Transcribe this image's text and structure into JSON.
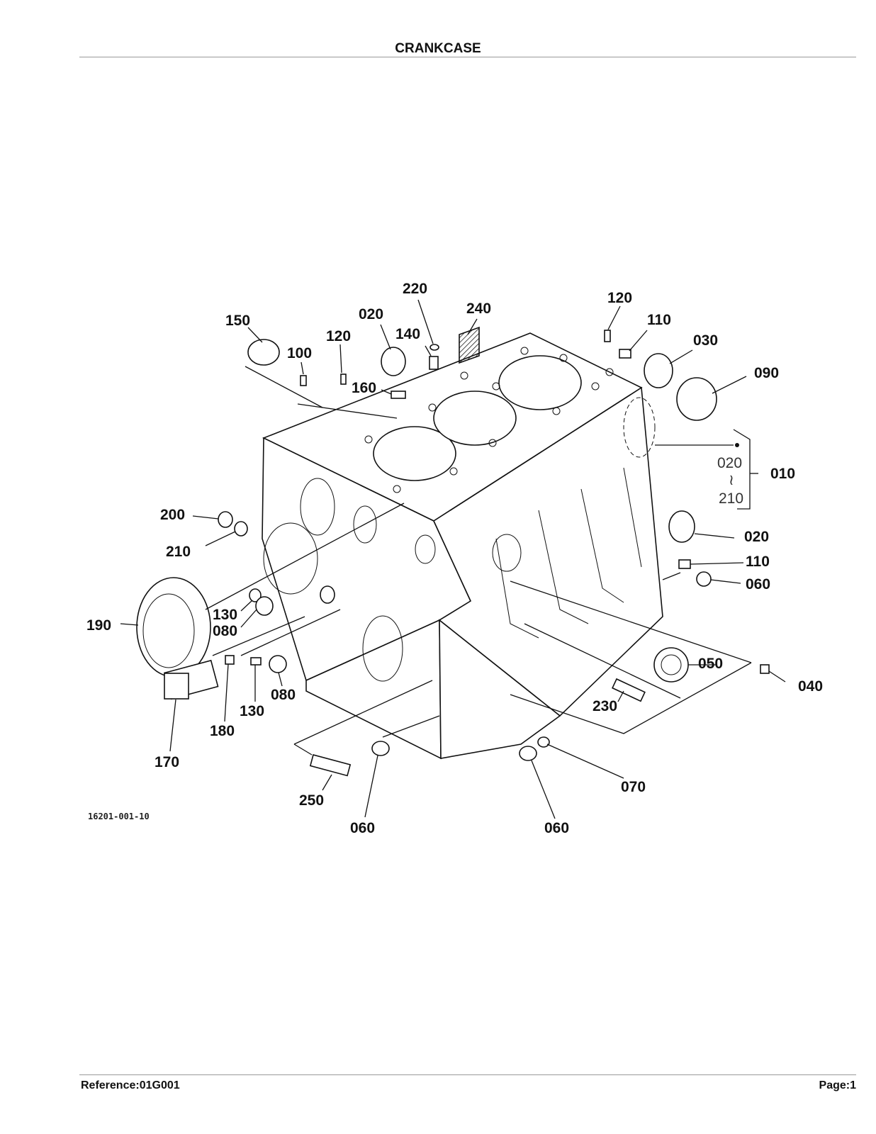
{
  "title": "CRANKCASE",
  "footer": {
    "reference": "Reference:01G001",
    "page": "Page:1"
  },
  "figure_code": "16201-001-10",
  "assembly_bracket": {
    "label": "010",
    "range_from": "020",
    "range_sep": "≀",
    "range_to": "210"
  },
  "callouts": [
    "220",
    "240",
    "120",
    "150",
    "020",
    "110",
    "030",
    "100",
    "120",
    "140",
    "090",
    "160",
    "200",
    "210",
    "020",
    "110",
    "060",
    "190",
    "130",
    "080",
    "050",
    "040",
    "230",
    "130",
    "080",
    "180",
    "170",
    "070",
    "250",
    "060",
    "060"
  ]
}
